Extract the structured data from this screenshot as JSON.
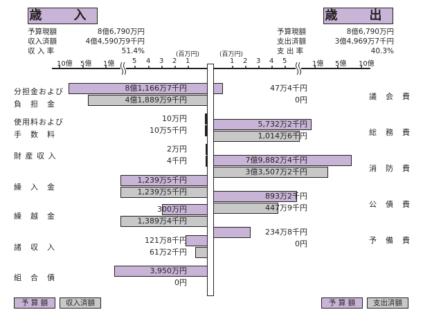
{
  "revenue": {
    "title": "歳　入",
    "summary": [
      {
        "label": "予算現額",
        "value": "8億6,790万円"
      },
      {
        "label": "収入済額",
        "value": "4億4,590万9千円"
      },
      {
        "label": "収 入 率",
        "value": "51.4%"
      }
    ],
    "legend": {
      "budget": "予 算 額",
      "actual": "収入済額"
    }
  },
  "expenditure": {
    "title": "歳　出",
    "summary": [
      {
        "label": "予算現額",
        "value": "8億6,790万円"
      },
      {
        "label": "支出済額",
        "value": "3億4,969万7千円"
      },
      {
        "label": "支 出 率",
        "value": "40.3%"
      }
    ],
    "legend": {
      "budget": "予 算 額",
      "actual": "支出済額"
    }
  },
  "axis": {
    "unit": "(百万円)",
    "left_ticks": [
      "10億",
      "5億",
      "1億",
      "5",
      "4",
      "3",
      "2",
      "1"
    ],
    "right_ticks": [
      "1",
      "2",
      "3",
      "4",
      "5",
      "1億",
      "5億",
      "10億"
    ]
  },
  "colors": {
    "budget": "#c8b4d6",
    "actual": "#c8c8c8",
    "border": "#231f20"
  },
  "chart_data": {
    "type": "bar",
    "title": "歳入・歳出",
    "unit": "万円",
    "series": [
      {
        "name": "予算額"
      },
      {
        "name": "収入済額/支出済額"
      }
    ],
    "revenue": [
      {
        "category": [
          "分担金および",
          "負　担　金"
        ],
        "budget": 81166.7,
        "actual": 41889.9,
        "budget_label": "8億1,166万7千円",
        "actual_label": "4億1,889万9千円"
      },
      {
        "category": [
          "使用料および",
          "手　数　料"
        ],
        "budget": 10,
        "actual": 10.5,
        "budget_label": "10万円",
        "actual_label": "10万5千円"
      },
      {
        "category": [
          "財 産 収 入"
        ],
        "budget": 2,
        "actual": 0.4,
        "budget_label": "2万円",
        "actual_label": "4千円"
      },
      {
        "category": [
          "繰　入　金"
        ],
        "budget": 1239.5,
        "actual": 1239.5,
        "budget_label": "1,239万5千円",
        "actual_label": "1,239万5千円"
      },
      {
        "category": [
          "繰　越　金"
        ],
        "budget": 300,
        "actual": 1389.4,
        "budget_label": "300万円",
        "actual_label": "1,389万4千円"
      },
      {
        "category": [
          "諸　収　入"
        ],
        "budget": 121.8,
        "actual": 61.2,
        "budget_label": "121万8千円",
        "actual_label": "61万2千円"
      },
      {
        "category": [
          "組　合　債"
        ],
        "budget": 3950,
        "actual": 0,
        "budget_label": "3,950万円",
        "actual_label": "0円"
      }
    ],
    "expenditure": [
      {
        "category": [
          "議　会　費"
        ],
        "budget": 47.4,
        "actual": 0,
        "budget_label": "47万4千円",
        "actual_label": "0円"
      },
      {
        "category": [
          "総　務　費"
        ],
        "budget": 5732.2,
        "actual": 1014.6,
        "budget_label": "5,732万2千円",
        "actual_label": "1,014万6千円"
      },
      {
        "category": [
          "消　防　費"
        ],
        "budget": 79882.4,
        "actual": 33507.2,
        "budget_label": "7億9,882万4千円",
        "actual_label": "3億3,507万2千円"
      },
      {
        "category": [
          "公　債　費"
        ],
        "budget": 893.2,
        "actual": 447.9,
        "budget_label": "893万2千円",
        "actual_label": "447万9千円"
      },
      {
        "category": [
          "予　備　費"
        ],
        "budget": 234.8,
        "actual": 0,
        "budget_label": "234万8千円",
        "actual_label": "0円"
      }
    ]
  }
}
